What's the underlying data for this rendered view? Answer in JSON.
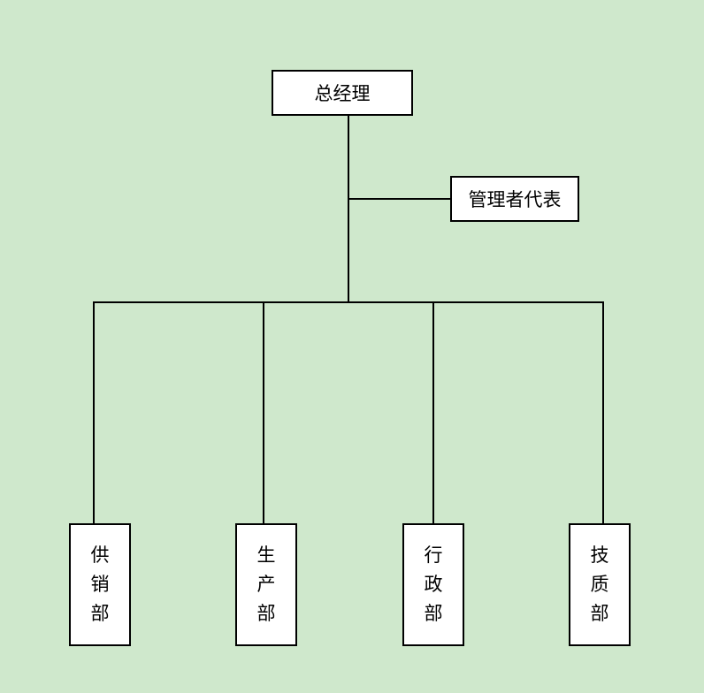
{
  "diagram": {
    "nodes": {
      "general_manager": "总经理",
      "management_representative": "管理者代表",
      "sales_dept": [
        "供",
        "销",
        "部"
      ],
      "production_dept": [
        "生",
        "产",
        "部"
      ],
      "admin_dept": [
        "行",
        "政",
        "部"
      ],
      "tech_quality_dept": [
        "技",
        "质",
        "部"
      ]
    },
    "edges": [
      [
        "general_manager",
        "management_representative"
      ],
      [
        "general_manager",
        "sales_dept"
      ],
      [
        "general_manager",
        "production_dept"
      ],
      [
        "general_manager",
        "admin_dept"
      ],
      [
        "general_manager",
        "tech_quality_dept"
      ]
    ],
    "colors": {
      "background": "#cfe8cc",
      "box_fill": "#ffffff",
      "line": "#000000"
    }
  }
}
